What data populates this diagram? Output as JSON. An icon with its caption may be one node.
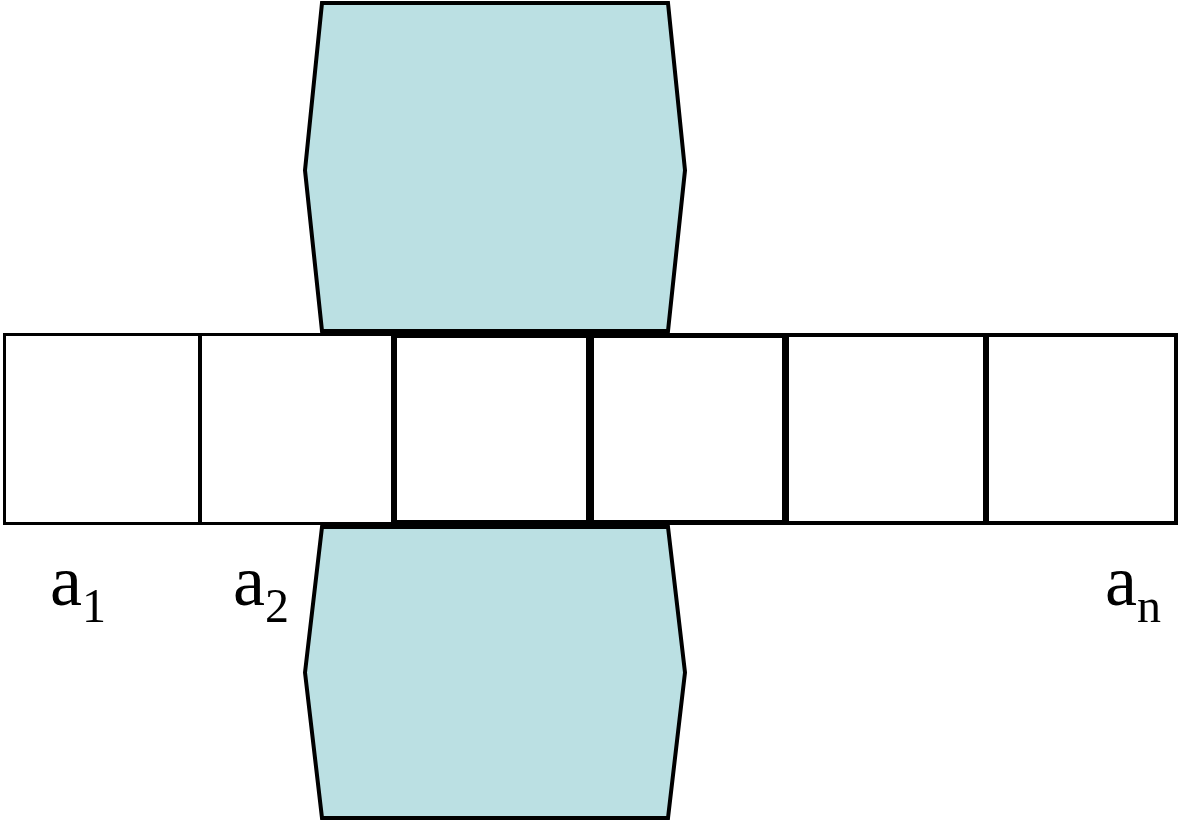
{
  "diagram": {
    "nodes": [
      {
        "text": [],
        "shape": "hexagon"
      },
      {
        "text": [],
        "shape": "box"
      },
      {
        "text": [],
        "shape": "box"
      },
      {
        "text": [],
        "shape": "box"
      },
      {
        "text": [],
        "shape": "box"
      },
      {
        "text": [],
        "shape": "box"
      },
      {
        "text": [],
        "shape": "box"
      },
      {
        "text": [],
        "shape": "hexagon"
      }
    ],
    "edges": [],
    "labels": [
      "a$_{1}$",
      "a$_{2}$",
      "a$_{n}$"
    ]
  }
}
